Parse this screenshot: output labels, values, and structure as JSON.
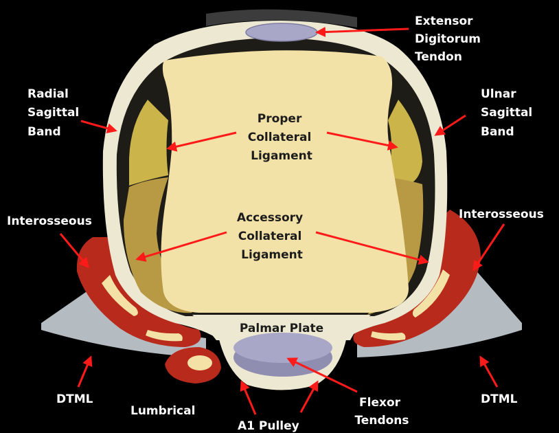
{
  "colors": {
    "background": "#000000",
    "bone": "#f3e2a8",
    "capsule": "#ece8d2",
    "collateral": "#cbb44a",
    "accessory": "#b89a45",
    "muscle": "#b82a1c",
    "muscle_tendon": "#f3e1a6",
    "dtml": "#b4bcc2",
    "tendon": "#a9a7c8",
    "arrow": "#ff1a1a",
    "label": "#ffffff"
  },
  "labels": {
    "extensor_tendon": [
      "Extensor",
      "Digitorum",
      "Tendon"
    ],
    "radial_sagittal_band": [
      "Radial",
      "Sagittal",
      "Band"
    ],
    "ulnar_sagittal_band": [
      "Ulnar",
      "Sagittal",
      "Band"
    ],
    "proper_collateral": [
      "Proper",
      "Collateral",
      "Ligament"
    ],
    "accessory_collateral": [
      "Accessory",
      "Collateral",
      "Ligament"
    ],
    "interosseous_left": "Interosseous",
    "interosseous_right": "Interosseous",
    "palmar_plate": "Palmar Plate",
    "dtml_left": "DTML",
    "dtml_right": "DTML",
    "lumbrical": "Lumbrical",
    "a1_pulley": "A1 Pulley",
    "flexor_tendons": [
      "Flexor",
      "Tendons"
    ]
  }
}
